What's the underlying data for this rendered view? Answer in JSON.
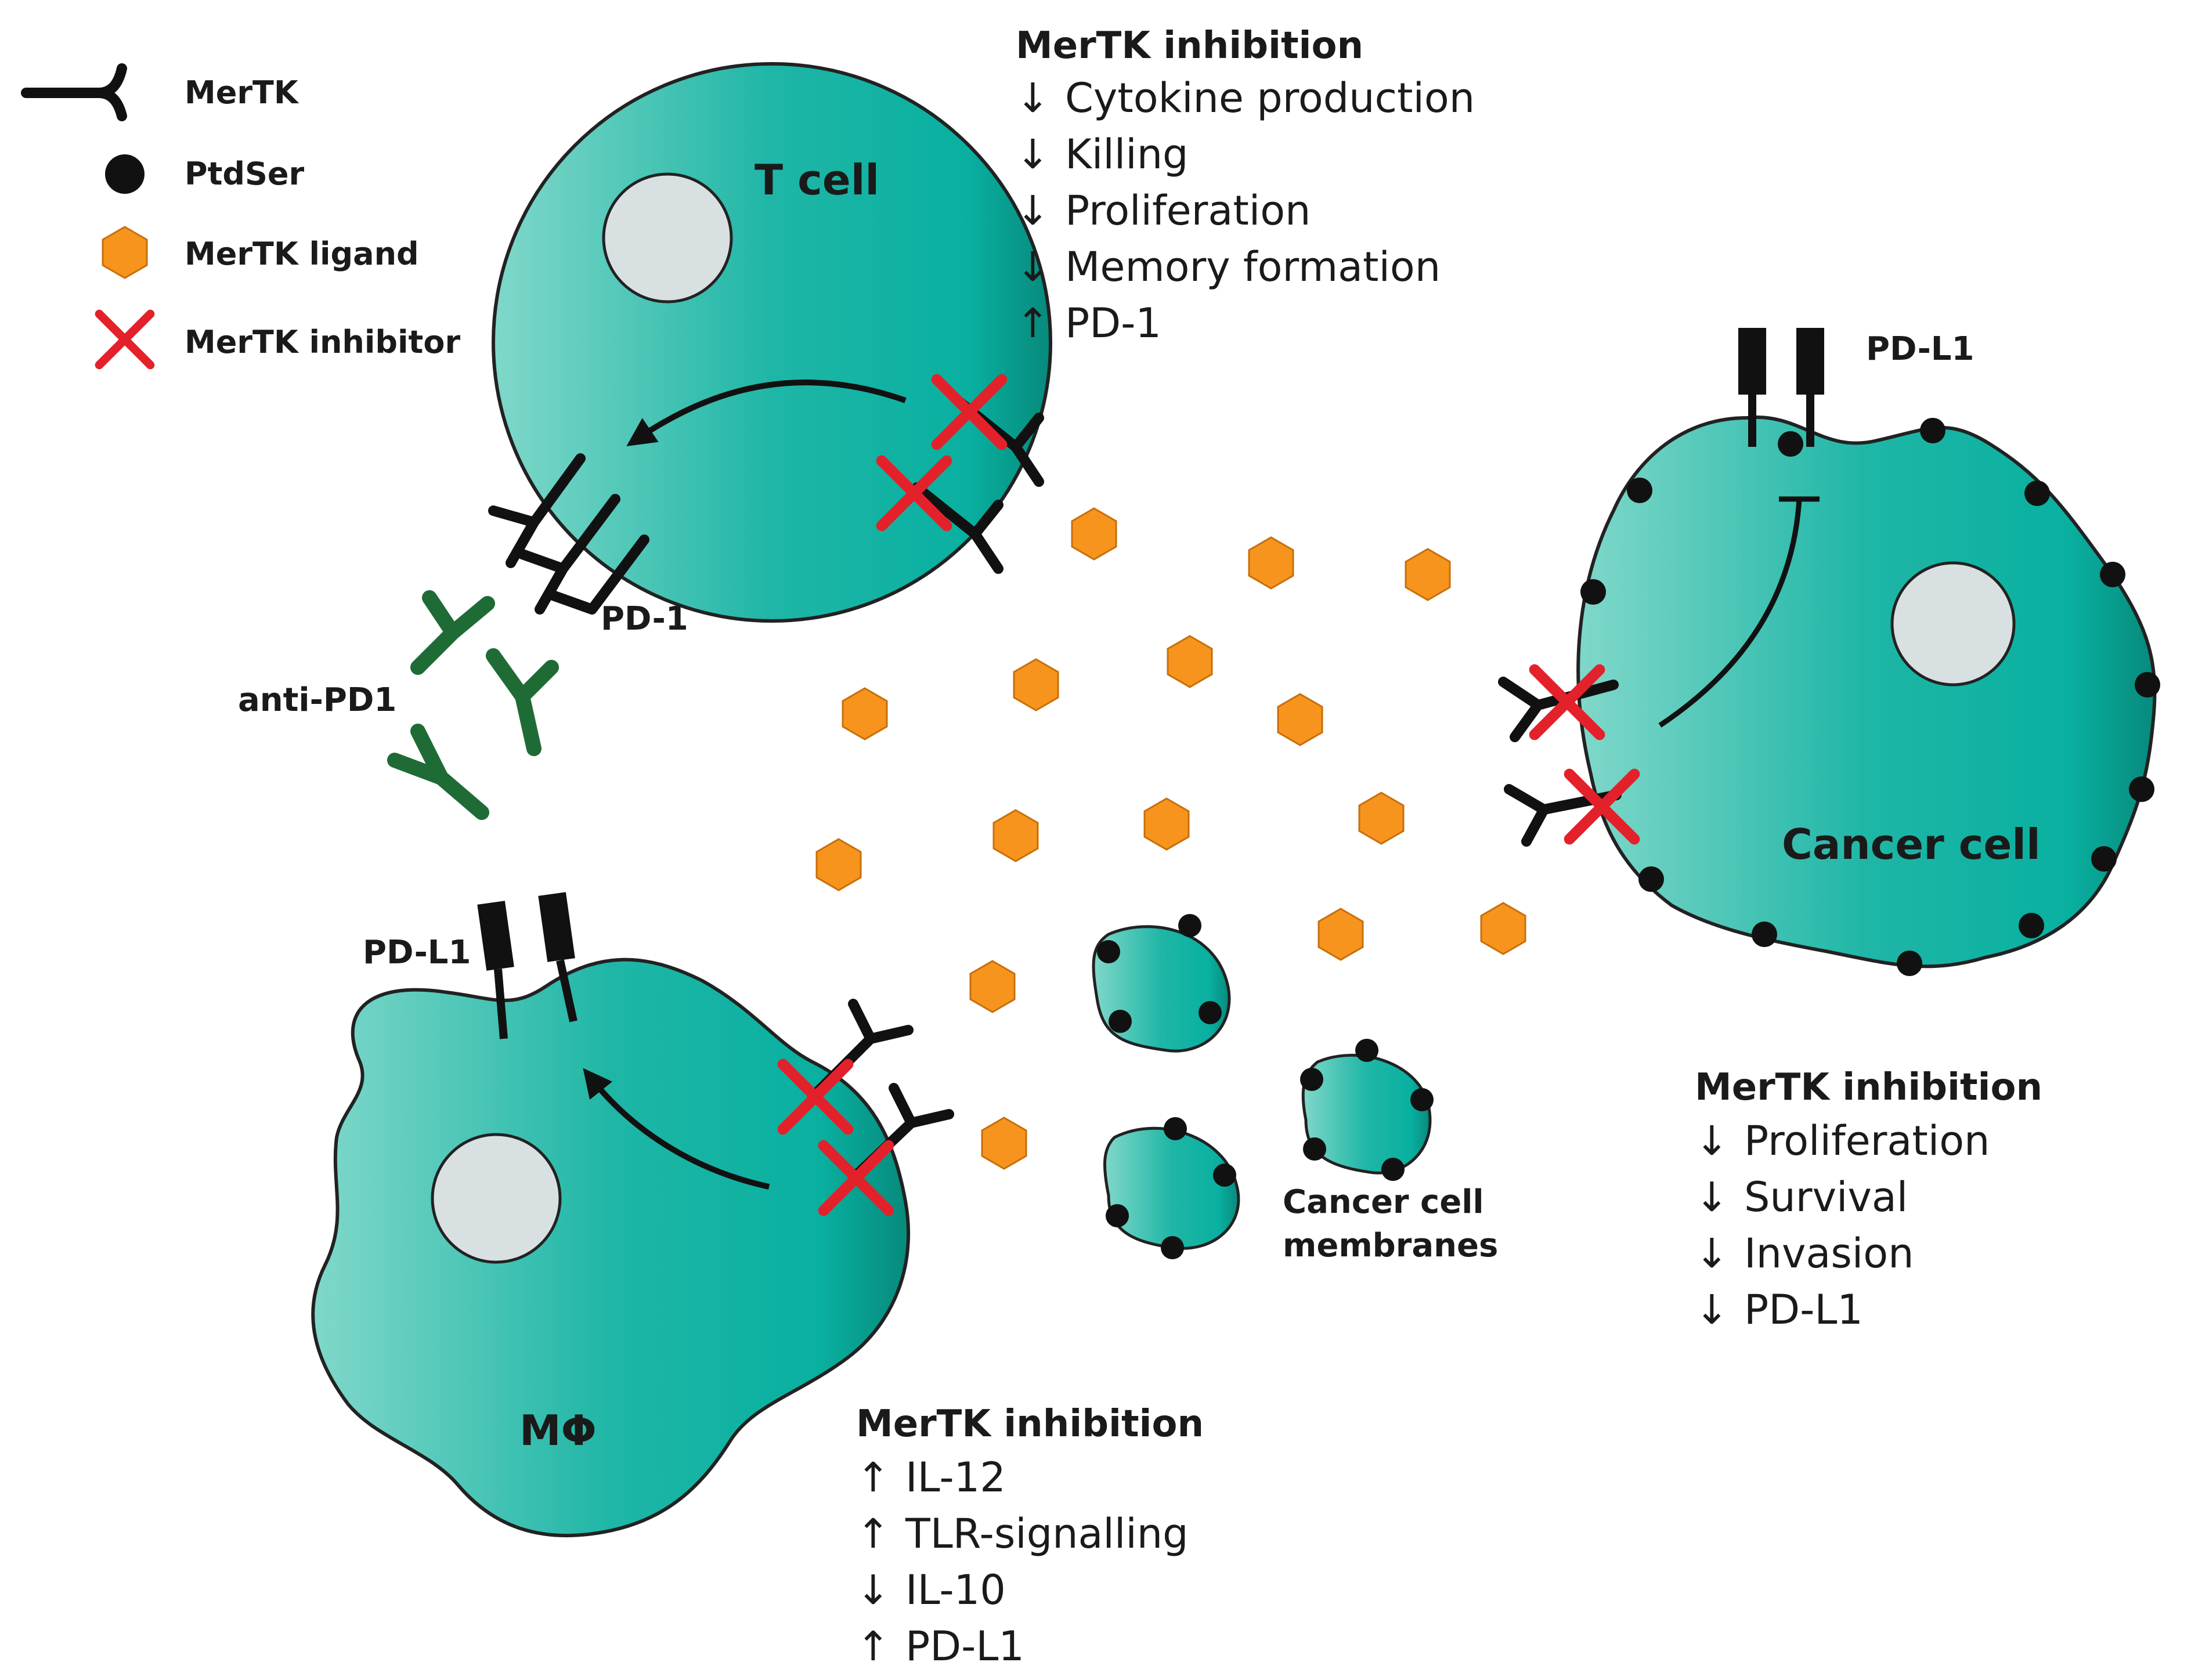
{
  "legend": {
    "mertk": "MerTK",
    "ptdser": "PtdSer",
    "ligand": "MerTK ligand",
    "inhibitor": "MerTK inhibitor"
  },
  "cells": {
    "tcell": "T cell",
    "cancer": "Cancer cell",
    "macrophage": "MΦ",
    "membranes_line1": "Cancer cell",
    "membranes_line2": "membranes"
  },
  "labels": {
    "pd1": "PD-1",
    "anti_pd1": "anti-PD1",
    "pdl1_cancer": "PD-L1",
    "pdl1_macrophage": "PD-L1"
  },
  "effects": {
    "tcell": {
      "title": "MerTK inhibition",
      "items": [
        {
          "arrow": "↓",
          "text": "Cytokine production"
        },
        {
          "arrow": "↓",
          "text": "Killing"
        },
        {
          "arrow": "↓",
          "text": "Proliferation"
        },
        {
          "arrow": "↓",
          "text": "Memory formation"
        },
        {
          "arrow": "↑",
          "text": "PD-1"
        }
      ]
    },
    "cancer": {
      "title": "MerTK inhibition",
      "items": [
        {
          "arrow": "↓",
          "text": "Proliferation"
        },
        {
          "arrow": "↓",
          "text": "Survival"
        },
        {
          "arrow": "↓",
          "text": "Invasion"
        },
        {
          "arrow": "↓",
          "text": "PD-L1"
        }
      ]
    },
    "macrophage": {
      "title": "MerTK inhibition",
      "items": [
        {
          "arrow": "↑",
          "text": "IL-12"
        },
        {
          "arrow": "↑",
          "text": "TLR-signalling"
        },
        {
          "arrow": "↓",
          "text": "IL-10"
        },
        {
          "arrow": "↑",
          "text": "PD-L1"
        }
      ]
    }
  },
  "colors": {
    "cell_light": "#7fd6c8",
    "cell_dark": "#0a9e8e",
    "ligand": "#f7941d",
    "inhibitor": "#e3212b",
    "antibody": "#1f6b35",
    "nucleus": "#d8e0e2",
    "ptdser": "#111111"
  }
}
